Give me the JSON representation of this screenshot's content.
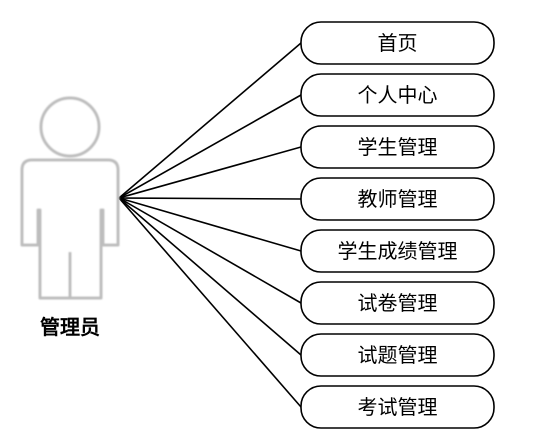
{
  "actor": {
    "name": "管理员",
    "icon": "person-icon"
  },
  "use_cases": [
    "首页",
    "个人中心",
    "学生管理",
    "教师管理",
    "学生成绩管理",
    "试卷管理",
    "试题管理",
    "考试管理"
  ],
  "colors": {
    "stroke": "#000000",
    "actor_outline": "#bbbbbb",
    "background": "#ffffff"
  }
}
